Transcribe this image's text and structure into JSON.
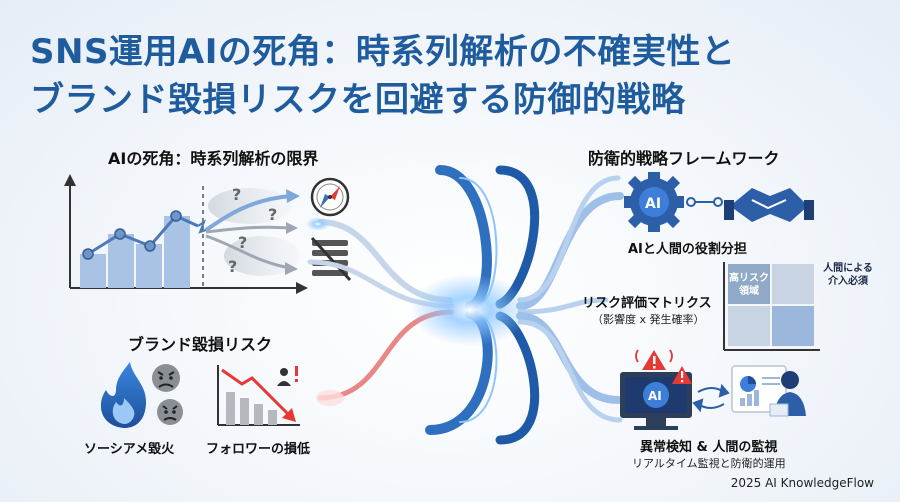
{
  "title": {
    "line1": "SNS運用AIの死角：時系列解析の不確実性と",
    "line2": "ブランド毀損リスクを回避する防御的戦略"
  },
  "left_top": {
    "heading": "AIの死角：時系列解析の限界",
    "question_marks": [
      "?",
      "?",
      "?",
      "?"
    ]
  },
  "left_bottom": {
    "heading": "ブランド毀損リスク",
    "item1": "ソーシアメ毀火",
    "item2": "フォロワーの損低"
  },
  "right": {
    "heading": "防衛的戦略フレームワーク",
    "ai_badge": "AI",
    "role_label": "AIと人間の役割分担",
    "matrix_label": "リスク評価マトリクス",
    "matrix_sub": "（影響度 x 発生確率）",
    "matrix_cell": "高リスク\n領域",
    "matrix_note": "人間による\n介入必須",
    "monitor_ai": "AI",
    "monitor_label": "異常検知 & 人間の監視",
    "monitor_sub": "リアルタイム監視と防衛的運用"
  },
  "colors": {
    "title": "#1f5c9e",
    "accent": "#2f7fd8",
    "alert": "#e53935",
    "bar": "#a9c3e4",
    "line": "#4d79b8"
  },
  "footer": "2025 AI KnowledgeFlow"
}
